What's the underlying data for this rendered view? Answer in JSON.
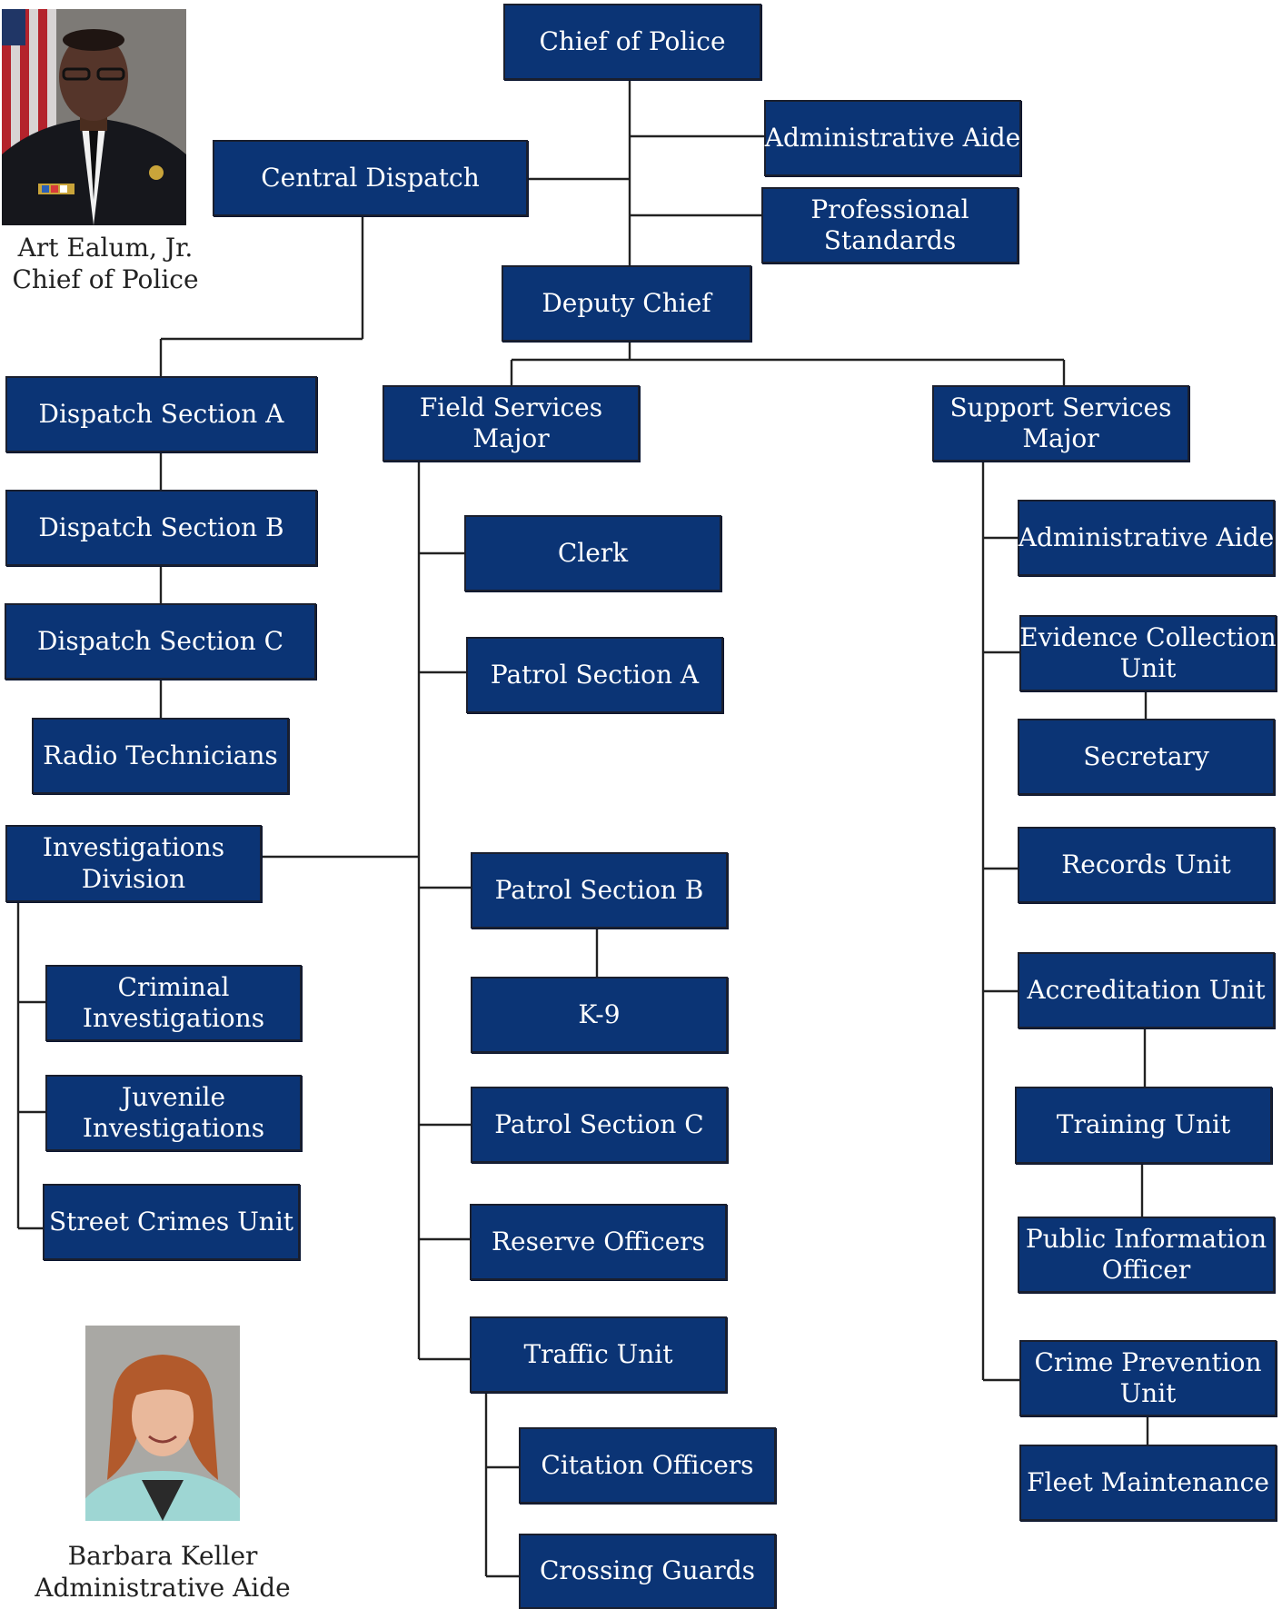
{
  "colors": {
    "box_fill": "#0b3475",
    "box_text": "#ffffff",
    "connector": "#222222"
  },
  "people": {
    "chief": {
      "name": "Art Ealum, Jr.",
      "title": "Chief of Police",
      "photo": "chief-portrait"
    },
    "aide": {
      "name": "Barbara Keller",
      "title": "Administrative Aide",
      "photo": "aide-portrait"
    }
  },
  "nodes": {
    "chief_of_police": {
      "lines": [
        "Chief of Police"
      ]
    },
    "admin_aide_top": {
      "lines": [
        "Administrative Aide"
      ]
    },
    "professional_standards": {
      "lines": [
        "Professional",
        "Standards"
      ]
    },
    "central_dispatch": {
      "lines": [
        "Central Dispatch"
      ]
    },
    "deputy_chief": {
      "lines": [
        "Deputy Chief"
      ]
    },
    "dispatch_a": {
      "lines": [
        "Dispatch Section A"
      ]
    },
    "dispatch_b": {
      "lines": [
        "Dispatch Section B"
      ]
    },
    "dispatch_c": {
      "lines": [
        "Dispatch Section C"
      ]
    },
    "radio_technicians": {
      "lines": [
        "Radio Technicians"
      ]
    },
    "investigations_division": {
      "lines": [
        "Investigations",
        "Division"
      ]
    },
    "criminal_investigations": {
      "lines": [
        "Criminal",
        "Investigations"
      ]
    },
    "juvenile_investigations": {
      "lines": [
        "Juvenile",
        "Investigations"
      ]
    },
    "street_crimes": {
      "lines": [
        "Street Crimes Unit"
      ]
    },
    "field_services": {
      "lines": [
        "Field Services",
        "Major"
      ]
    },
    "clerk": {
      "lines": [
        "Clerk"
      ]
    },
    "patrol_a": {
      "lines": [
        "Patrol Section A"
      ]
    },
    "patrol_b": {
      "lines": [
        "Patrol Section B"
      ]
    },
    "k9": {
      "lines": [
        "K-9"
      ]
    },
    "patrol_c": {
      "lines": [
        "Patrol Section C"
      ]
    },
    "reserve_officers": {
      "lines": [
        "Reserve Officers"
      ]
    },
    "traffic_unit": {
      "lines": [
        "Traffic Unit"
      ]
    },
    "citation_officers": {
      "lines": [
        "Citation Officers"
      ]
    },
    "crossing_guards": {
      "lines": [
        "Crossing Guards"
      ]
    },
    "support_services": {
      "lines": [
        "Support Services",
        "Major"
      ]
    },
    "admin_aide_support": {
      "lines": [
        "Administrative Aide"
      ]
    },
    "evidence_collection": {
      "lines": [
        "Evidence Collection",
        "Unit"
      ]
    },
    "secretary": {
      "lines": [
        "Secretary"
      ]
    },
    "records_unit": {
      "lines": [
        "Records Unit"
      ]
    },
    "accreditation_unit": {
      "lines": [
        "Accreditation Unit"
      ]
    },
    "training_unit": {
      "lines": [
        "Training Unit"
      ]
    },
    "public_information_officer": {
      "lines": [
        "Public Information",
        "Officer"
      ]
    },
    "crime_prevention": {
      "lines": [
        "Crime Prevention",
        "Unit"
      ]
    },
    "fleet_maintenance": {
      "lines": [
        "Fleet Maintenance"
      ]
    }
  }
}
